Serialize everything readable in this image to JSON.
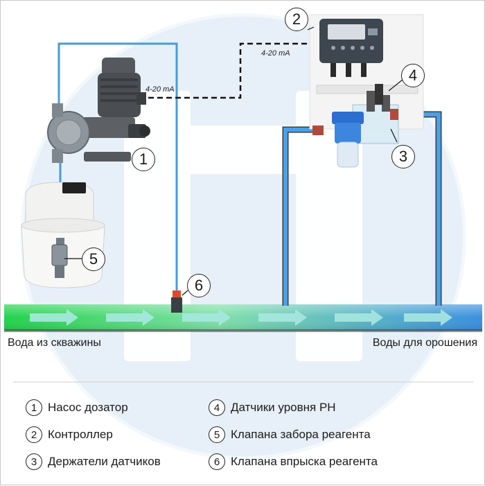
{
  "signal_labels": {
    "pump_signal": "4-20 mA",
    "controller_signal": "4-20 mA"
  },
  "flow": {
    "inlet": "Вода из скважины",
    "outlet": "Воды для орошения"
  },
  "callouts": [
    "1",
    "2",
    "3",
    "4",
    "5",
    "6"
  ],
  "legend": [
    {
      "num": "1",
      "text": "Насос дозатор"
    },
    {
      "num": "2",
      "text": "Контроллер"
    },
    {
      "num": "3",
      "text": "Держатели датчиков"
    },
    {
      "num": "4",
      "text": "Датчики уровня PH"
    },
    {
      "num": "5",
      "text": "Клапана забора реагента"
    },
    {
      "num": "6",
      "text": "Клапана впрыска реагента"
    }
  ],
  "colors": {
    "pipe_start": "#22d24a",
    "pipe_end": "#3a8fe0",
    "tube": "#4a9ad8",
    "watermark": "#dbe8f4"
  }
}
